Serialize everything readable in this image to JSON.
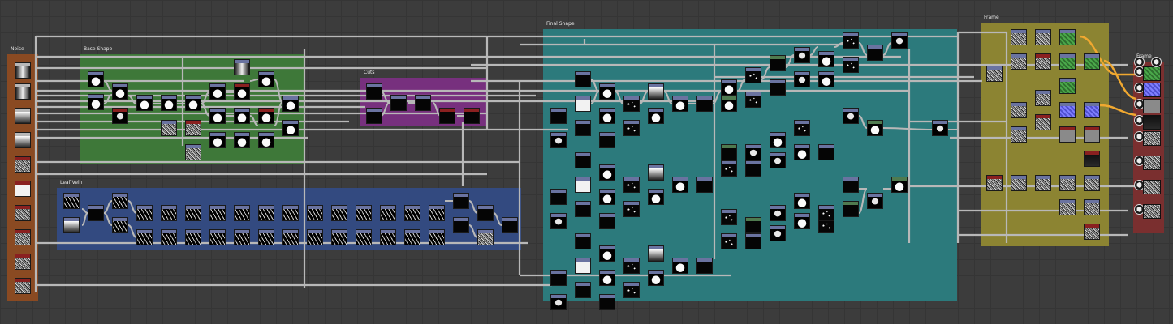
{
  "frames": [
    {
      "id": "noise",
      "title": "Noise",
      "color": "#8a4a22"
    },
    {
      "id": "base_shape",
      "title": "Base Shape",
      "color": "#3f7e3a"
    },
    {
      "id": "cuts",
      "title": "Cuts",
      "color": "#77307e"
    },
    {
      "id": "leaf_vein",
      "title": "Leaf Vein",
      "color": "#334a80"
    },
    {
      "id": "final_shape",
      "title": "Final Shape",
      "color": "#2c7a7c"
    },
    {
      "id": "frame",
      "title": "Frame",
      "color": "#8c8432"
    },
    {
      "id": "output",
      "title": "Frame",
      "color": "#7a2f2f"
    }
  ],
  "output_ports": [
    {
      "icon": "cube-icon",
      "glyph": "⬢"
    },
    {
      "icon": "cube-icon",
      "glyph": "⬢"
    },
    {
      "icon": "cube-icon",
      "glyph": "⬢"
    },
    {
      "icon": "cube-icon",
      "glyph": "⬢"
    },
    {
      "icon": "cube-icon",
      "glyph": "⬢"
    },
    {
      "icon": "cube-icon",
      "glyph": "⬢"
    },
    {
      "icon": "cube-icon",
      "glyph": "⬢"
    },
    {
      "icon": "cube-icon",
      "glyph": "⬢"
    }
  ],
  "colors": {
    "wire": "#b8b8b8",
    "wire_highlight": "#f0a830",
    "header_default": "#6a73a0",
    "header_red": "#8a2020",
    "header_green": "#4f7a4f"
  }
}
